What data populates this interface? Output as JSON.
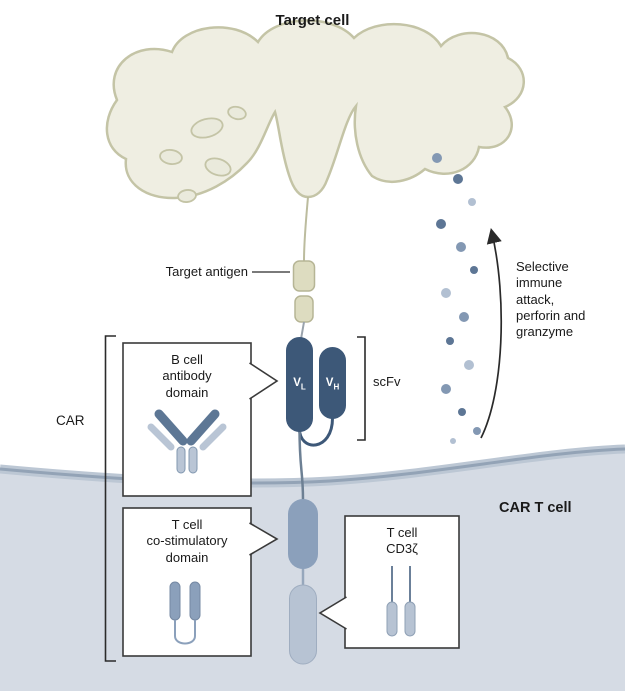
{
  "title": "Target cell",
  "labels": {
    "target_antigen": "Target antigen",
    "scfv": "scFv",
    "car": "CAR",
    "car_t_cell": "CAR T cell",
    "selective_attack": "Selective\nimmune\nattack,\nperforin and\ngranzyme"
  },
  "receptor": {
    "vl_main": "V",
    "vl_sub": "L",
    "vh_main": "V",
    "vh_sub": "H"
  },
  "callouts": {
    "b_cell_antibody_domain": "B cell\nantibody\ndomain",
    "t_cell_costimulatory_domain": "T cell\nco-stimulatory\ndomain",
    "t_cell_cd3_zeta": "T cell\nCD3ζ"
  },
  "colors": {
    "target_cell_fill": "#efeee2",
    "target_cell_stroke": "#c4c4a6",
    "antigen_fill": "#dddcc0",
    "antigen_stroke": "#b6b595",
    "scfv_domain_fill": "#3d5878",
    "costimulatory_domain_fill": "#8ba0bb",
    "cd3_domain_fill": "#b7c3d3",
    "membrane_fill": "#d5dbe4",
    "membrane_band": "#bcc7d4",
    "membrane_line": "#93a3b6",
    "dot_dark": "#5d7695",
    "dot_medium": "#8398b3",
    "dot_light": "#b2c0d2",
    "box_border": "#3a3a3a",
    "text": "#1a1a1a"
  }
}
